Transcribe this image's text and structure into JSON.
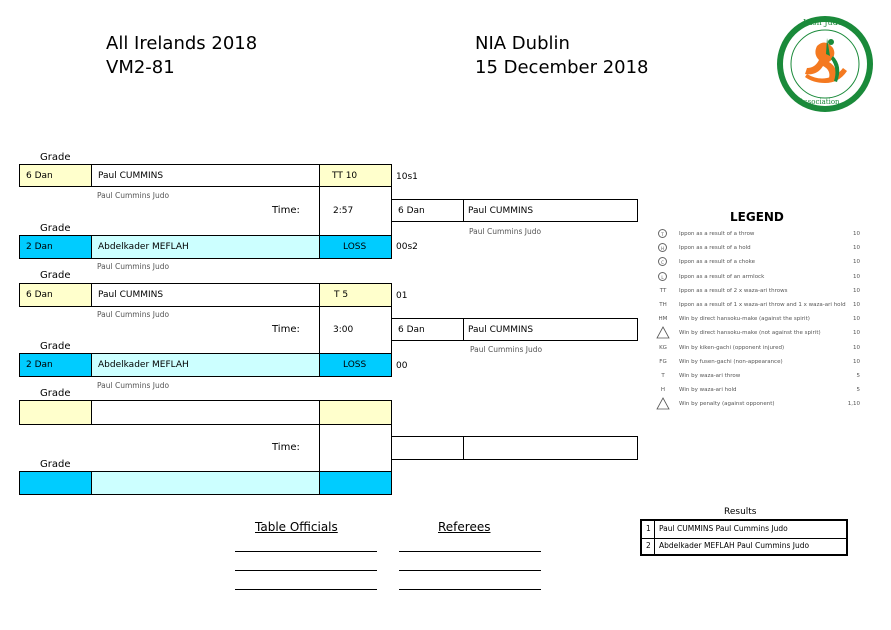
{
  "header": {
    "event": "All Irelands 2018",
    "code": "VM2-81",
    "venue": "NIA Dublin",
    "date": "15 December 2018"
  },
  "logo": {
    "top_text": "Irish Judo",
    "bottom_text": "Association"
  },
  "labels": {
    "grade": "Grade",
    "time": "Time:"
  },
  "bouts": [
    {
      "white": {
        "grade": "6 Dan",
        "name": "Paul CUMMINS",
        "club": "Paul Cummins Judo",
        "result": "TT 10",
        "score": "10s1"
      },
      "blue": {
        "grade": "2 Dan",
        "name": "Abdelkader MEFLAH",
        "club": "Paul Cummins Judo",
        "result": "LOSS",
        "score": "00s2"
      },
      "time": "2:57",
      "winner": {
        "grade": "6 Dan",
        "name": "Paul CUMMINS",
        "club": "Paul Cummins Judo"
      }
    },
    {
      "white": {
        "grade": "6 Dan",
        "name": "Paul CUMMINS",
        "club": "Paul Cummins Judo",
        "result": "T 5",
        "score": "01"
      },
      "blue": {
        "grade": "2 Dan",
        "name": "Abdelkader MEFLAH",
        "club": "Paul Cummins Judo",
        "result": "LOSS",
        "score": "00"
      },
      "time": "3:00",
      "winner": {
        "grade": "6 Dan",
        "name": "Paul CUMMINS",
        "club": "Paul Cummins Judo"
      }
    }
  ],
  "legend": {
    "title": "LEGEND",
    "items": [
      {
        "sym": "T",
        "circle": true,
        "text": "Ippon as a result of a throw",
        "pts": "10"
      },
      {
        "sym": "H",
        "circle": true,
        "text": "Ippon as a result of a hold",
        "pts": "10"
      },
      {
        "sym": "C",
        "circle": true,
        "text": "Ippon as a result of a choke",
        "pts": "10"
      },
      {
        "sym": "L",
        "circle": true,
        "text": "Ippon as a result of an armlock",
        "pts": "10"
      },
      {
        "sym": "TT",
        "circle": false,
        "text": "Ippon as a result of 2 x waza-ari throws",
        "pts": "10"
      },
      {
        "sym": "TH",
        "circle": false,
        "text": "Ippon as a result of 1 x waza-ari throw and 1 x waza-ari hold",
        "pts": "10"
      },
      {
        "sym": "HM",
        "circle": false,
        "text": "Win by direct hansoku-make (against the spirit)",
        "pts": "10"
      },
      {
        "sym": "",
        "circle": "tri",
        "text": "Win by direct hansoku-make (not against the spirit)",
        "pts": "10"
      },
      {
        "sym": "KG",
        "circle": false,
        "text": "Win by kiken-gachi (opponent injured)",
        "pts": "10"
      },
      {
        "sym": "FG",
        "circle": false,
        "text": "Win by fusen-gachi (non-appearance)",
        "pts": "10"
      },
      {
        "sym": "T",
        "circle": false,
        "text": "Win by waza-ari throw",
        "pts": "5"
      },
      {
        "sym": "H",
        "circle": false,
        "text": "Win by waza-ari hold",
        "pts": "5"
      },
      {
        "sym": "",
        "circle": "tri",
        "text": "Win by penalty (against opponent)",
        "pts": "1,10"
      }
    ]
  },
  "results": {
    "title": "Results",
    "rows": [
      {
        "rank": "1",
        "text": "Paul CUMMINS Paul Cummins Judo"
      },
      {
        "rank": "2",
        "text": "Abdelkader MEFLAH Paul Cummins Judo"
      }
    ]
  },
  "officials": {
    "table": "Table Officials",
    "referees": "Referees"
  }
}
